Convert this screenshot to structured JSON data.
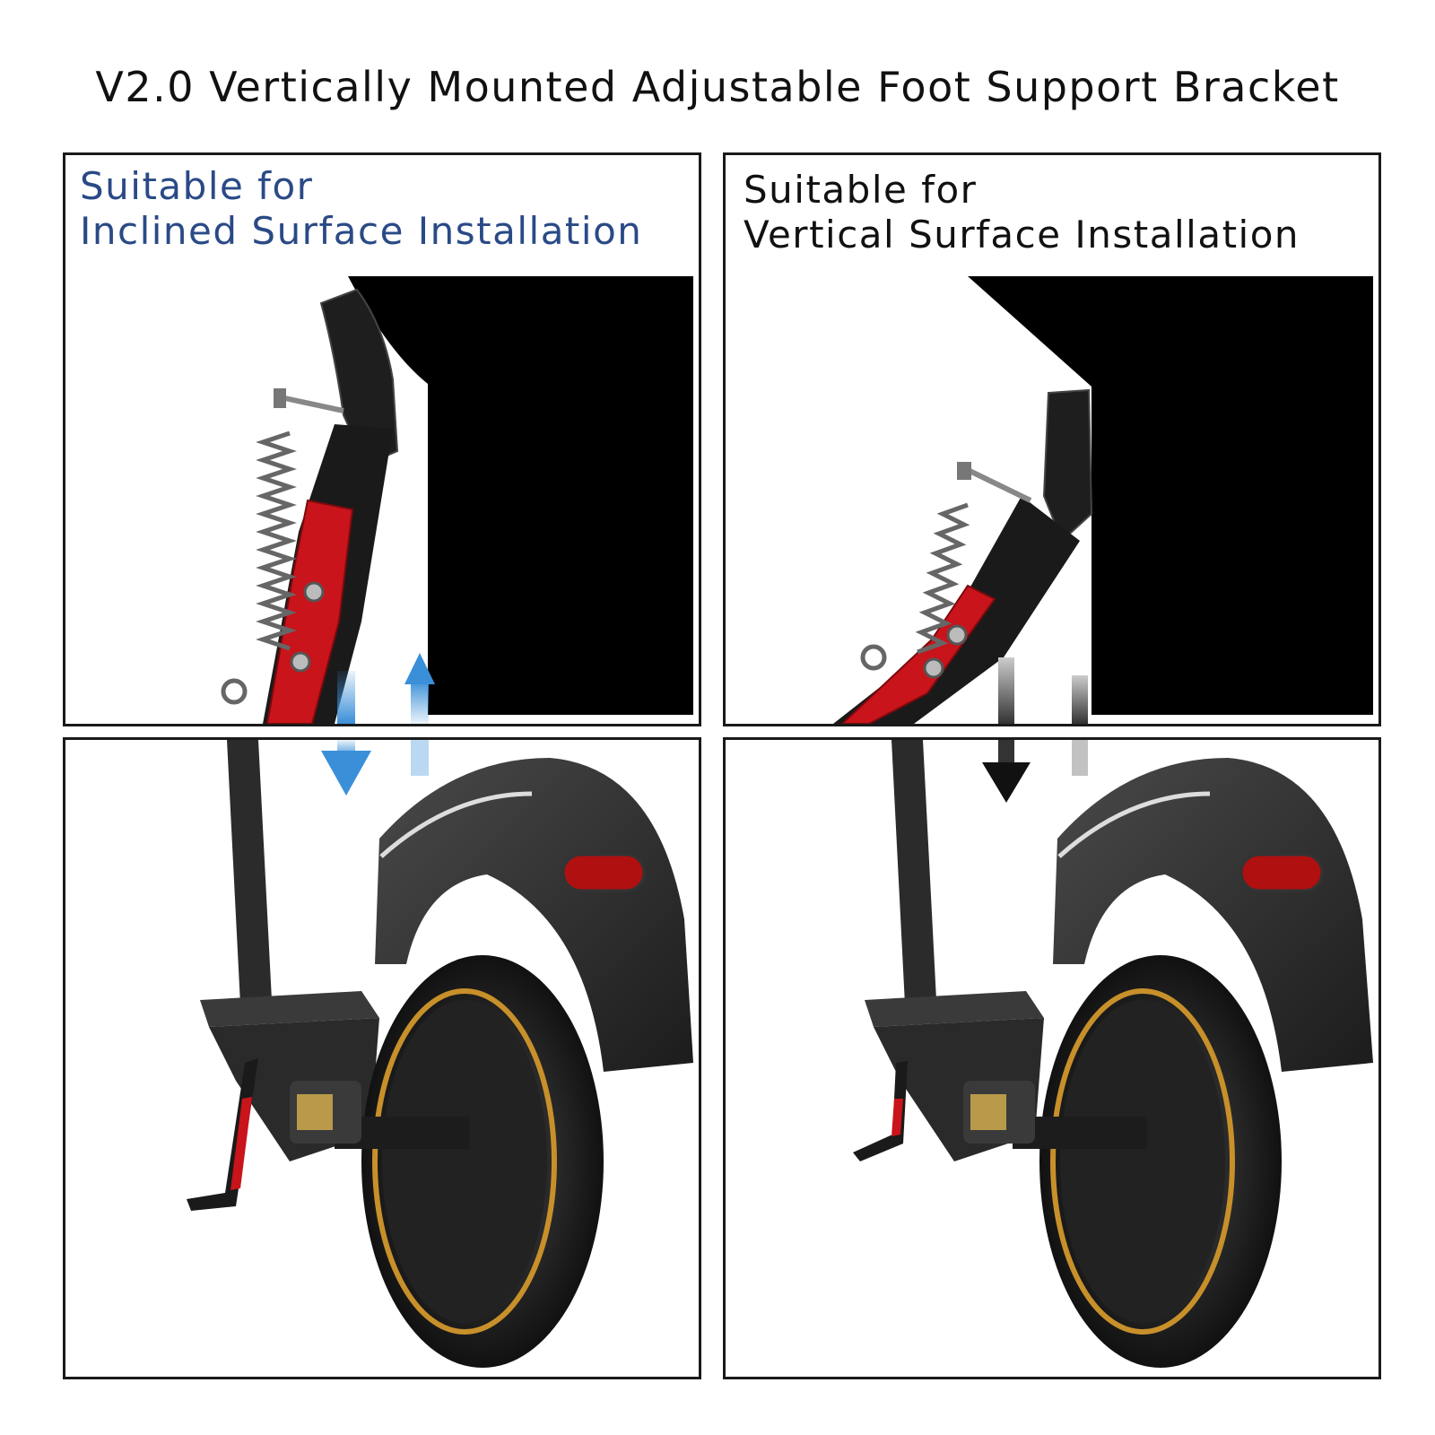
{
  "title": "V2.0 Vertically Mounted Adjustable Foot Support Bracket",
  "colors": {
    "caption_left": "#2a4a86",
    "caption_right": "#111111",
    "bracket_red": "#c8141a",
    "arrow_blue": "#3a8fd8",
    "frame": "#1a1a1a"
  },
  "panels": {
    "top_left": {
      "caption_line1": "Suitable for",
      "caption_line2": "Inclined Surface Installation"
    },
    "top_right": {
      "caption_line1": "Suitable for",
      "caption_line2": "Vertical Surface Installation"
    }
  },
  "icons": {
    "left_arrows": "up-down-arrows-icon",
    "right_arrows": "up-down-arrows-icon"
  }
}
